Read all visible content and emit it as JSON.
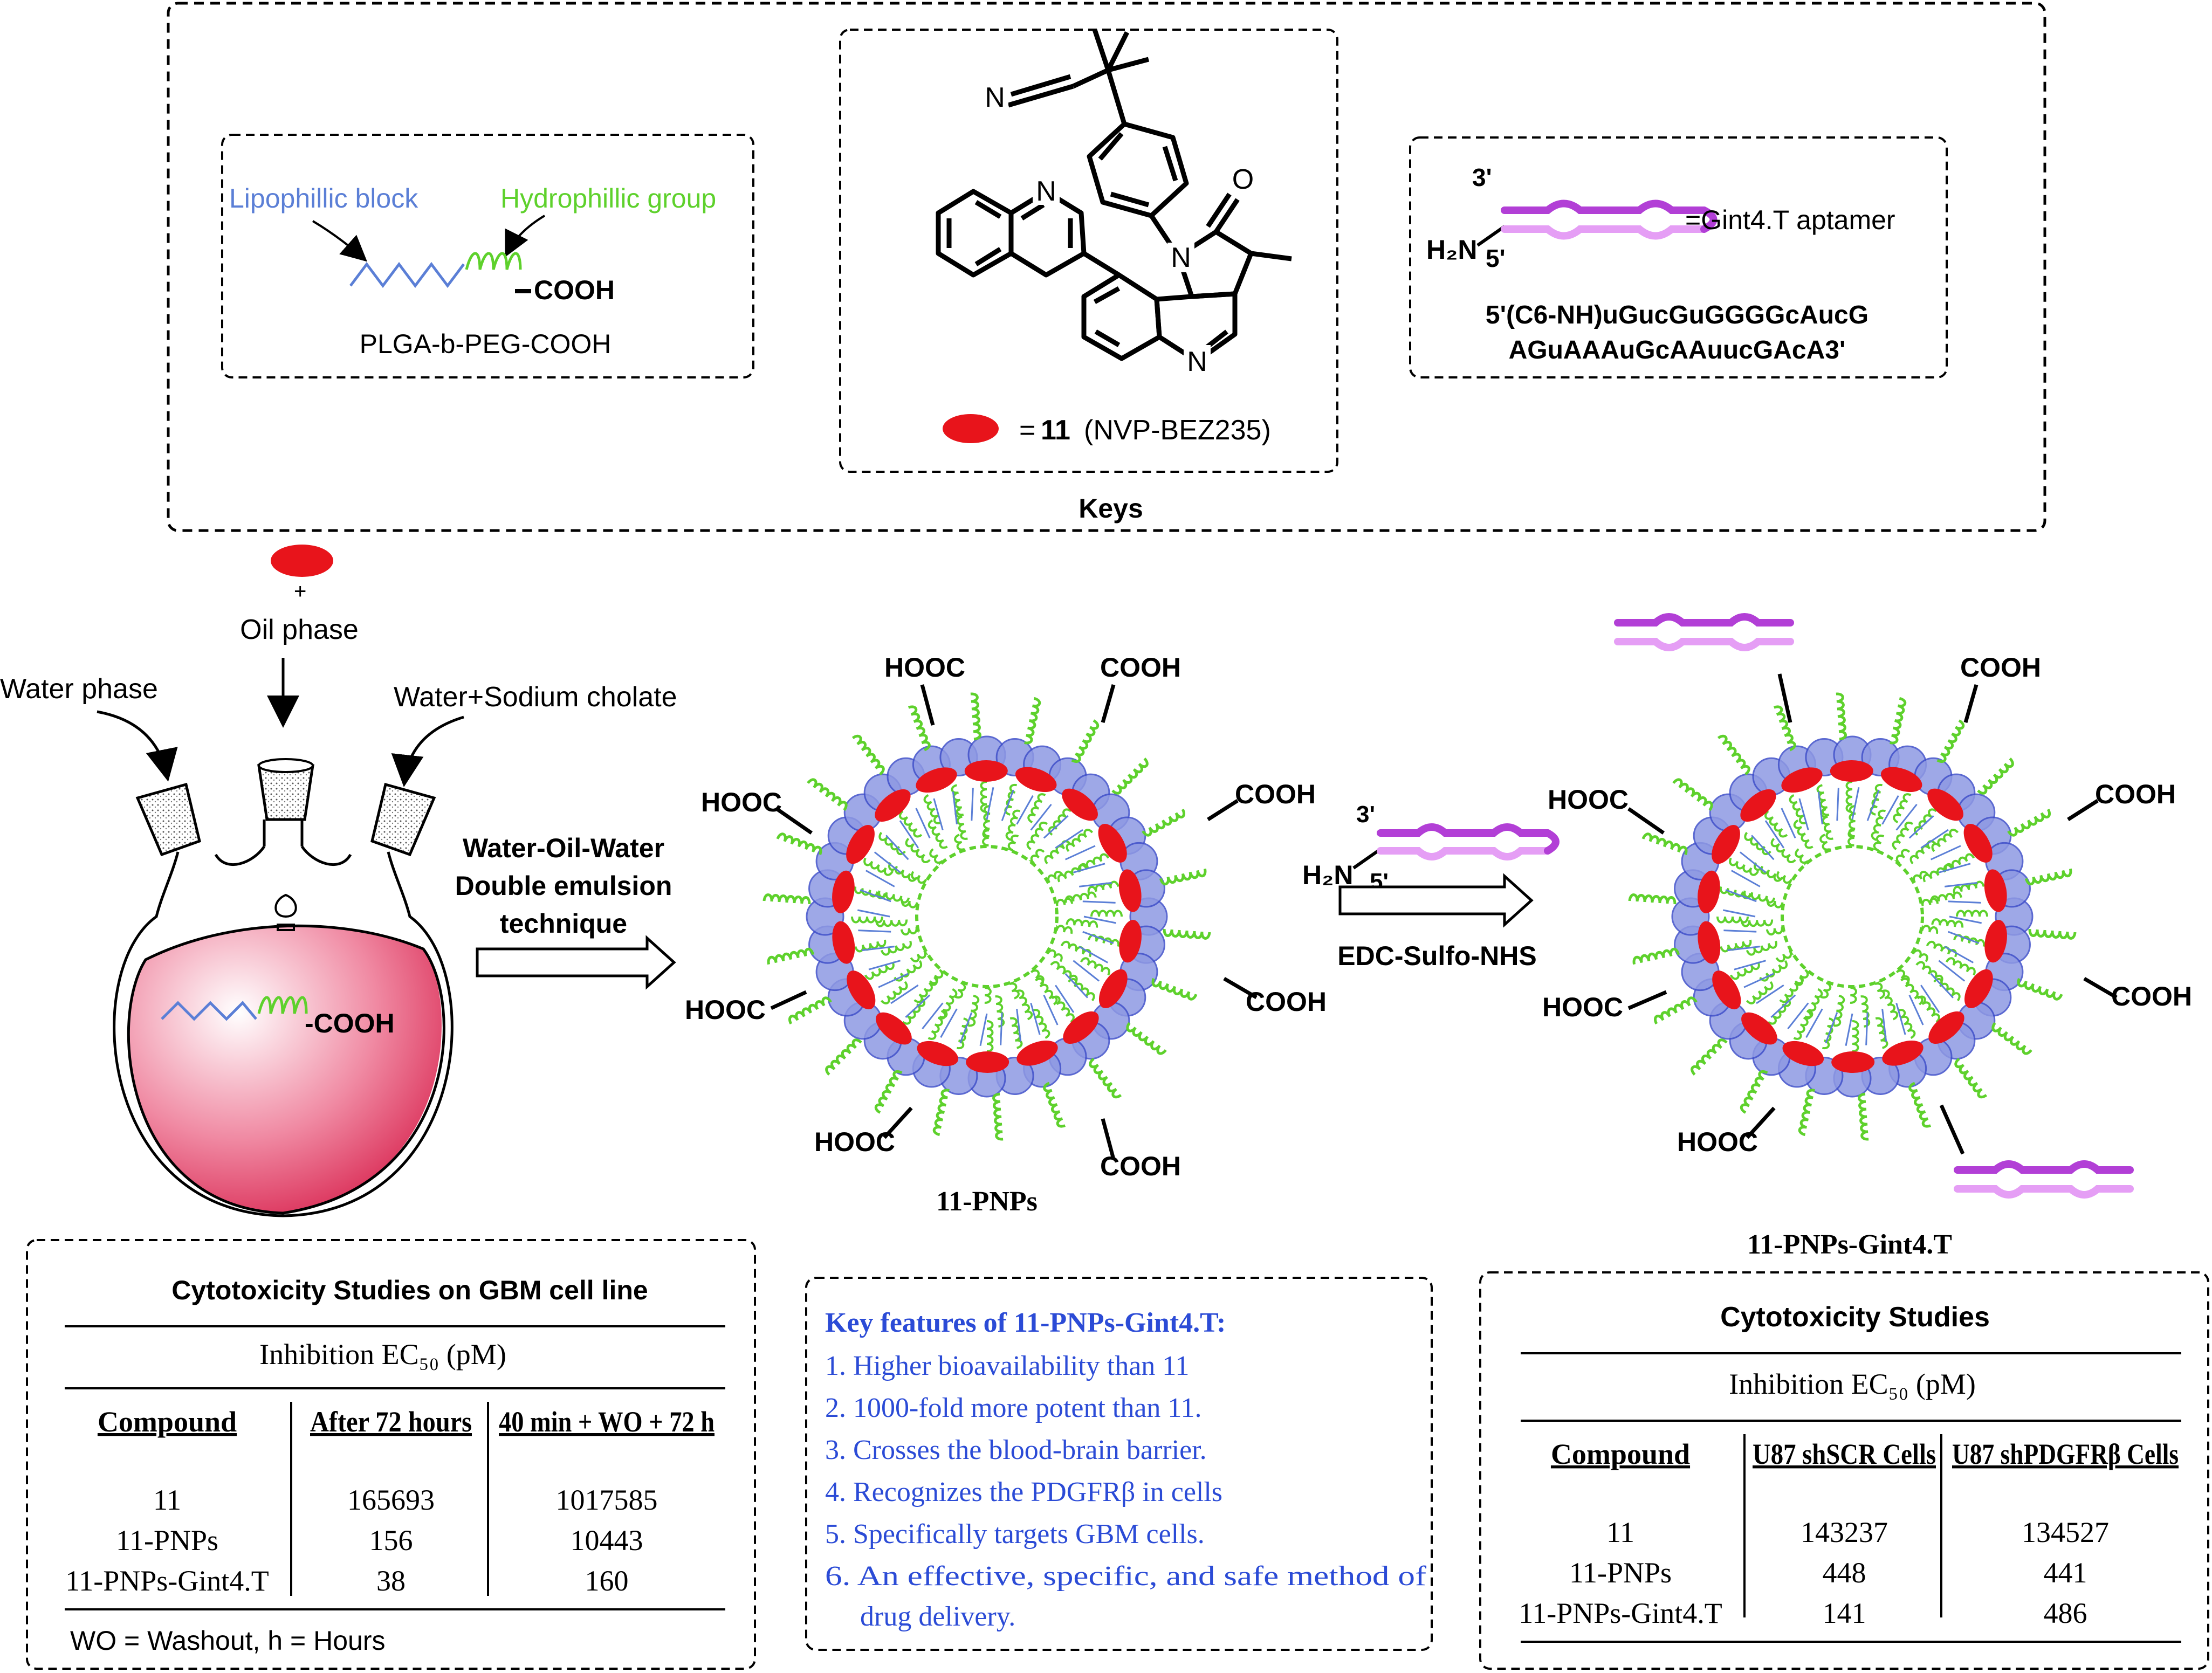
{
  "keys": {
    "title": "Keys",
    "polymer": {
      "lipophilic_label": "Lipophillic block",
      "hydrophilic_label": "Hydrophillic group",
      "cooh": "COOH",
      "name": "PLGA-b-PEG-COOH"
    },
    "drug": {
      "legend_eq": "=",
      "legend_num": "11",
      "legend_name": "(NVP-BEZ235)",
      "atoms": {
        "n_nitrile": "N",
        "n_quinoline1": "N",
        "n_imid": "N",
        "n_quinoline2": "N",
        "o": "O"
      }
    },
    "aptamer": {
      "three_prime": "3'",
      "five_prime": "5'",
      "amine": "H₂N",
      "legend": "=Gint4.T aptamer",
      "seq_line1": "5'(C6-NH)uGucGuGGGGcAucG",
      "seq_line2": "AGuAAAuGcAAuucGAcA3'"
    }
  },
  "synthesis": {
    "plus": "+",
    "oil_phase": "Oil phase",
    "water_phase": "Water phase",
    "water_cholate": "Water+Sodium cholate",
    "flask_cooh": "-COOH",
    "step1_line1": "Water-Oil-Water",
    "step1_line2": "Double emulsion",
    "step1_line3": "technique",
    "step2_reagent": "EDC-Sulfo-NHS",
    "step2_three_prime": "3'",
    "step2_five_prime": "5'",
    "step2_amine": "H₂N",
    "np1_name": "11-PNPs",
    "np2_name": "11-PNPs-Gint4.T",
    "cooh": "COOH",
    "hooc": "HOOC"
  },
  "table1": {
    "title": "Cytotoxicity Studies on GBM cell line",
    "subtitle": "Inhibition EC₅₀ (pM)",
    "headers": [
      "Compound",
      "After 72 hours",
      "40 min + WO + 72 h"
    ],
    "rows": [
      [
        "11",
        "165693",
        "1017585"
      ],
      [
        "11-PNPs",
        "156",
        "10443"
      ],
      [
        "11-PNPs-Gint4.T",
        "38",
        "160"
      ]
    ],
    "footnote": "WO = Washout, h = Hours"
  },
  "features": {
    "title": "Key features of 11-PNPs-Gint4.T:",
    "items": [
      "1. Higher bioavailability than 11",
      "2. 1000-fold more potent than 11.",
      "3. Crosses the blood-brain barrier.",
      "4. Recognizes the PDGFRβ in cells",
      "5. Specifically targets GBM cells.",
      "6. An effective, specific, and safe method of",
      "drug delivery."
    ]
  },
  "table2": {
    "title": "Cytotoxicity Studies",
    "subtitle": "Inhibition EC₅₀ (pM)",
    "headers": [
      "Compound",
      "U87 shSCR Cells",
      "U87 shPDGFRβ Cells"
    ],
    "rows": [
      [
        "11",
        "143237",
        "134527"
      ],
      [
        "11-PNPs",
        "448",
        "441"
      ],
      [
        "11-PNPs-Gint4.T",
        "141",
        "486"
      ]
    ]
  },
  "colors": {
    "lipophilic": "#5b7fd6",
    "hydrophilic": "#5ed12c",
    "drug": "#e8141b",
    "aptamer": "#b23fd6",
    "flask_liquid": "#e04a72",
    "feature_text": "#2b4bd6",
    "core_circle": "#8e99e3"
  }
}
